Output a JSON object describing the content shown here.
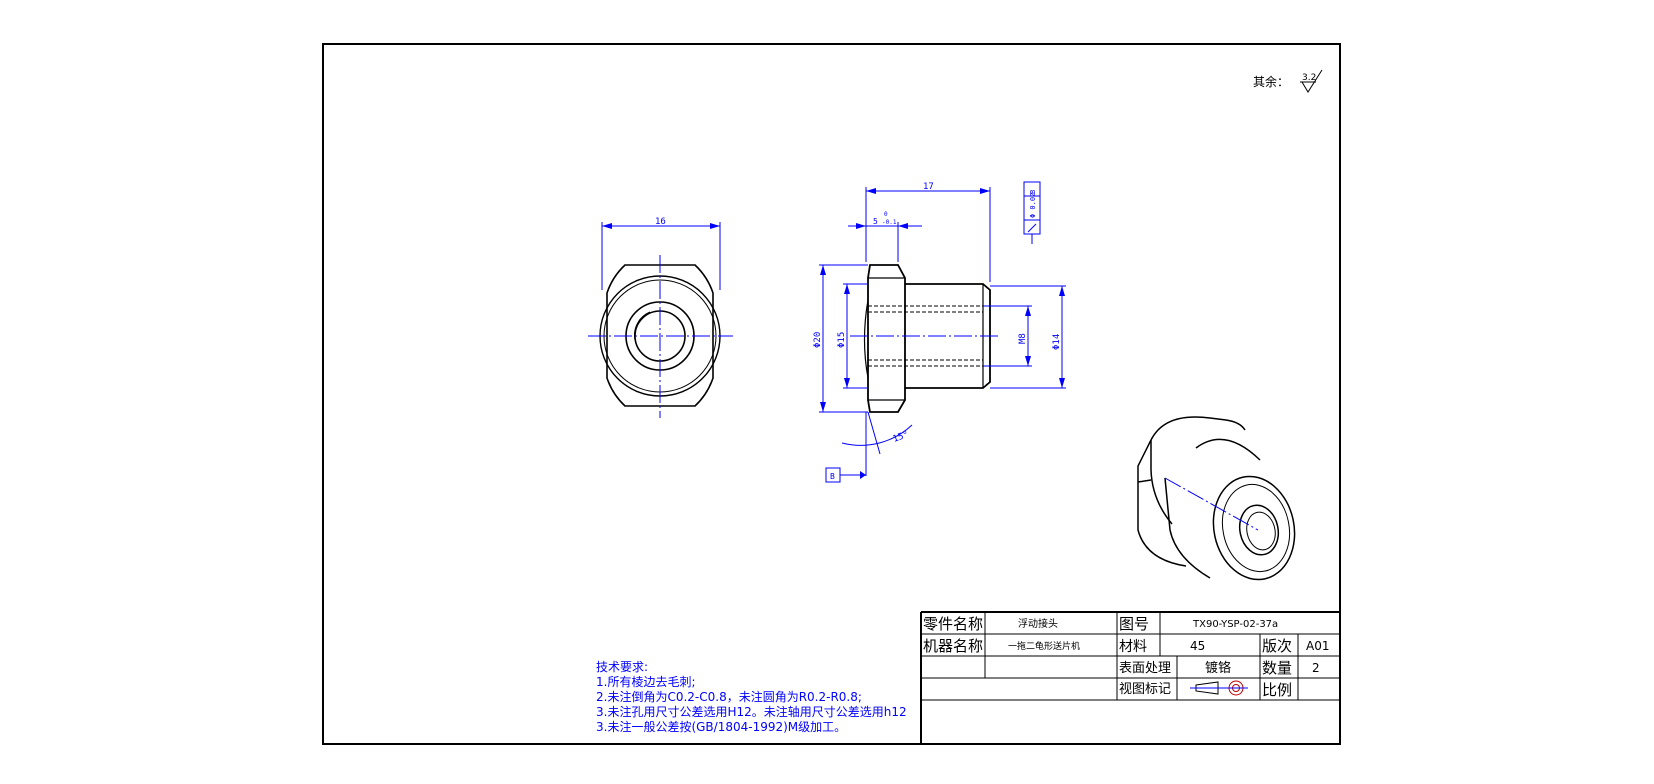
{
  "surface_finish": {
    "label": "其余：",
    "value": "3.2"
  },
  "dimensions": {
    "front_width": "16",
    "overall_length": "17",
    "flange_thickness": "5",
    "flange_tol_upper": "0",
    "flange_tol_lower": "-0.1",
    "flange_diameter": "Φ20",
    "bore_diameter": "Φ15",
    "thread": "M8",
    "shank_diameter": "Φ14",
    "angle": "15°",
    "runout": "Φ 0.02",
    "datum": "B"
  },
  "tech_requirements": {
    "title": "技术要求:",
    "items": [
      "1.所有棱边去毛刺;",
      "2.未注倒角为C0.2-C0.8，未注圆角为R0.2-R0.8;",
      "3.未注孔用尺寸公差选用H12。未注轴用尺寸公差选用h12",
      "3.未注一般公差按(GB/1804-1992)M级加工。"
    ]
  },
  "title_block": {
    "part_name_label": "零件名称",
    "part_name": "浮动接头",
    "drawing_no_label": "图号",
    "drawing_no": "TX90-YSP-02-37a",
    "machine_name_label": "机器名称",
    "machine_name": "一拖二龟形送片机",
    "material_label": "材料",
    "material": "45",
    "revision_label": "版次",
    "revision": "A01",
    "surface_treatment_label": "表面处理",
    "surface_treatment": "镀铬",
    "quantity_label": "数量",
    "quantity": "2",
    "view_mark_label": "视图标记",
    "scale_label": "比例",
    "scale": ""
  }
}
